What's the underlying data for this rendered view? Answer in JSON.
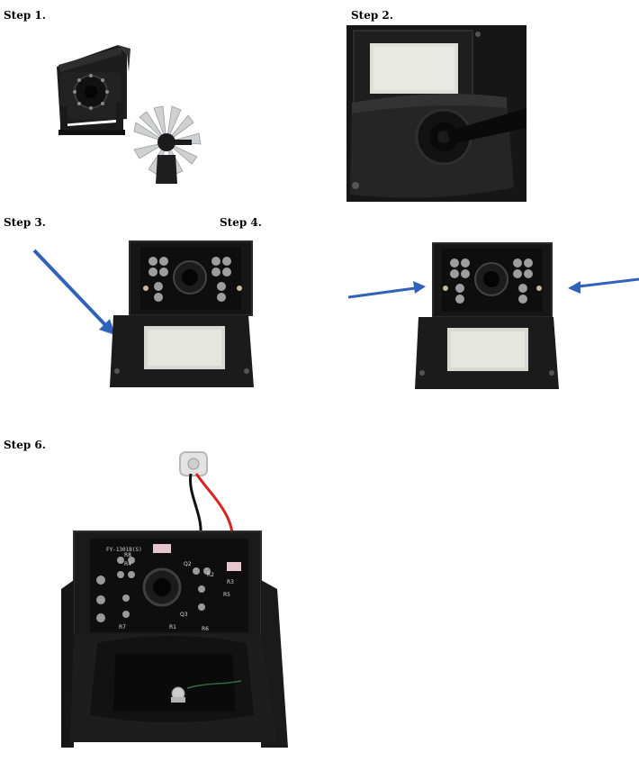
{
  "steps": {
    "step1": "Step 1.",
    "step2": "Step 2.",
    "step3": "Step 3.",
    "step4": "Step 4.",
    "step6": "Step 6."
  },
  "pcb": {
    "model": "FY-1301B(S)",
    "labels": [
      "R8",
      "R4",
      "Q2",
      "R2",
      "R3",
      "R5",
      "Q3",
      "R1",
      "R6",
      "R7"
    ]
  },
  "colors": {
    "camera_body": "#1c1c1c",
    "pcb_black": "#0e0e0e",
    "arrow_blue": "#2f62b8",
    "lens_glass": "#dcdcd6",
    "wire_red": "#d8231f"
  }
}
